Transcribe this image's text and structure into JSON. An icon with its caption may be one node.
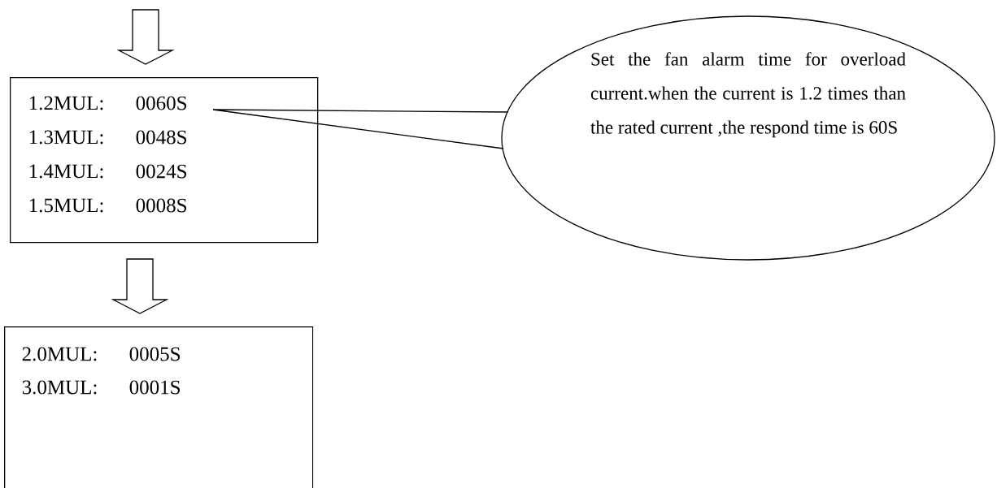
{
  "diagram": {
    "nodes": [
      {
        "text": [
          "1.2MUL:",
          "0060S",
          "1.3MUL:",
          "0048S",
          "1.4MUL:",
          "0024S",
          "1.5MUL:",
          "0008S"
        ]
      },
      {
        "text": [
          "2.0MUL:",
          "0005S",
          "3.0MUL:",
          "0001S"
        ]
      },
      {
        "text": [
          "Set the fan alarm time for overload current.when the current is 1.2 times than the rated current ,the respond time is 60S"
        ]
      }
    ],
    "edges": [
      {
        "from": null,
        "to": 0,
        "arrow": "to"
      },
      {
        "from": 0,
        "to": 1,
        "arrow": "to"
      },
      {
        "from": 2,
        "to": 0,
        "arrow": "none"
      }
    ]
  }
}
